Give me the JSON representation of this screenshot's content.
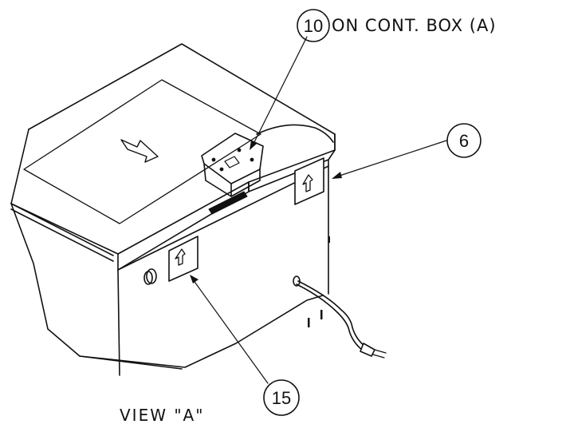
{
  "callouts": [
    {
      "number": "10",
      "note": "ON CONT. BOX (A)"
    },
    {
      "number": "6",
      "note": ""
    },
    {
      "number": "15",
      "note": ""
    }
  ],
  "caption": "VIEW \"A\"",
  "colors": {
    "ink": "#111111",
    "paper": "#ffffff"
  }
}
